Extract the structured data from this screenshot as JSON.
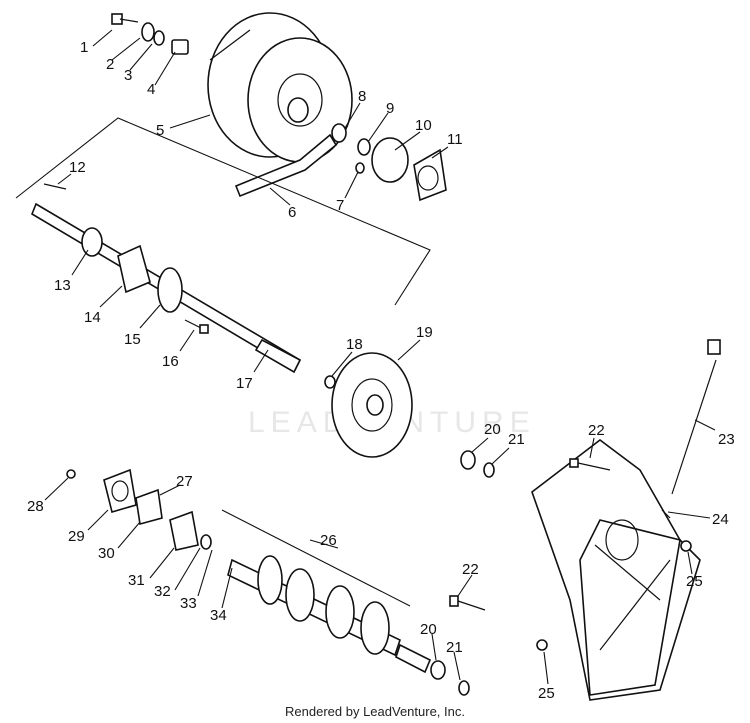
{
  "watermark": "LEADVENTURE",
  "footer": "Rendered by LeadVenture, Inc.",
  "callouts": [
    "1",
    "2",
    "3",
    "4",
    "5",
    "6",
    "7",
    "8",
    "9",
    "10",
    "11",
    "12",
    "13",
    "14",
    "15",
    "16",
    "17",
    "18",
    "19",
    "20",
    "21",
    "22",
    "23",
    "24",
    "25",
    "26",
    "27",
    "28",
    "29",
    "30",
    "31",
    "32",
    "33",
    "34",
    "22",
    "25",
    "20",
    "21"
  ]
}
